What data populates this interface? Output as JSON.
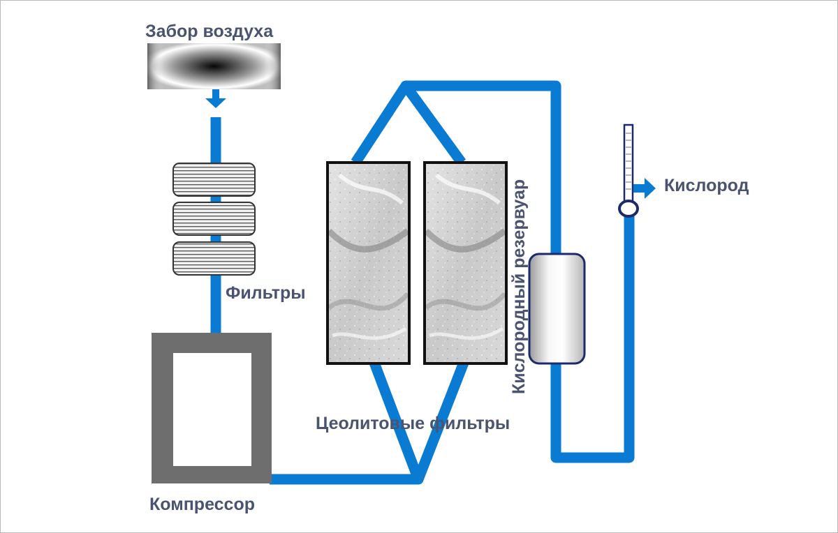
{
  "labels": {
    "air_intake": "Забор воздуха",
    "filters": "Фильтры",
    "compressor": "Компрессор",
    "zeolite_filters": "Цеолитовые фильтры",
    "oxygen_tank": "Кислородный резервуар",
    "oxygen": "Кислород"
  },
  "colors": {
    "pipe": "#0a7bd2",
    "compressor": "#6e6e6e",
    "label": "#4a5370",
    "outline": "#111111",
    "tank_outline": "#1c2a6b"
  }
}
